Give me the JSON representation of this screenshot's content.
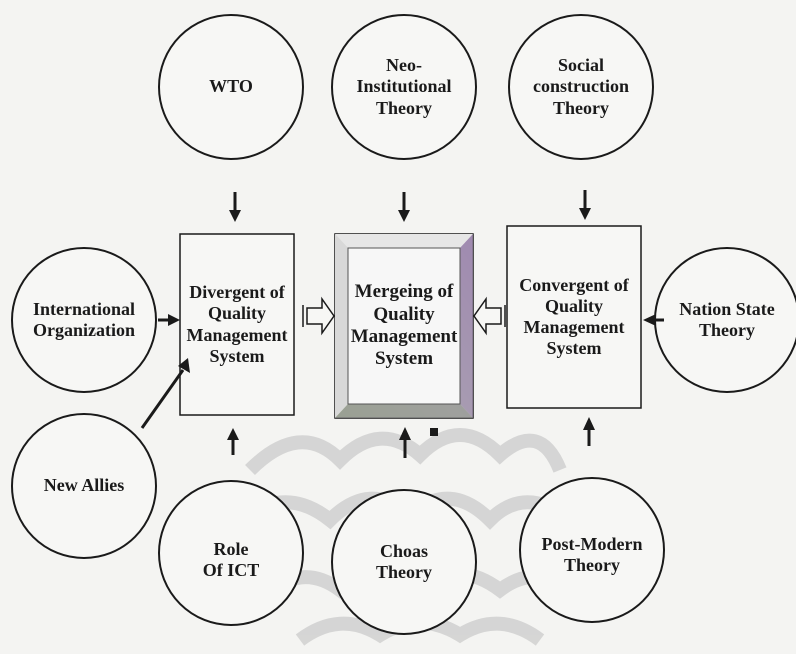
{
  "circles": {
    "wto": "WTO",
    "neo": "Neo-\nInstitutional\nTheory",
    "social": "Social\nconstruction\nTheory",
    "international": "International\nOrganization",
    "nation": "Nation State\nTheory",
    "allies": "New Allies",
    "ict": "Role\nOf ICT",
    "choas": "Choas\nTheory",
    "postmodern": "Post-Modern\nTheory"
  },
  "boxes": {
    "divergent": "Divergent of\nQuality\nManagement\nSystem",
    "merging": "Mergeing of\nQuality\nManagement\nSystem",
    "convergent": "Convergent of\nQuality\nManagement\nSystem"
  },
  "colors": {
    "line": "#1a1a1a",
    "watermark": "#c9c9c9",
    "background": "#f4f4f2",
    "bevel_light": "#e6e6e6",
    "bevel_dark": "#8e8e8e",
    "center_fill": "#f7f7f7",
    "gradient_green": "#c6e3a5",
    "gradient_purple": "#b58ad0"
  }
}
